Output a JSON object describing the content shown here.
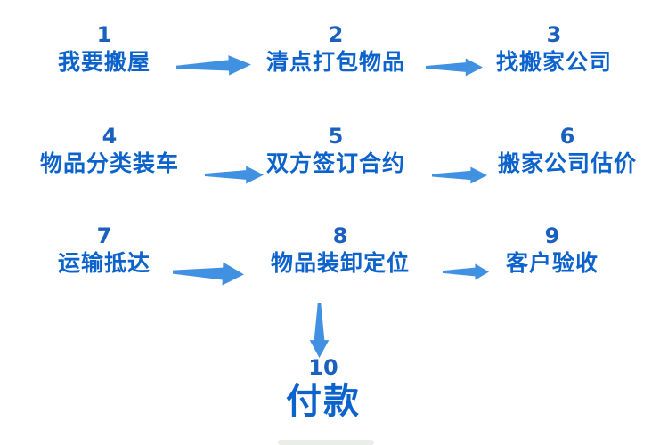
{
  "colors": {
    "label_blue": "#0d63cc",
    "number_blue": "#1a61bf",
    "arrow_blue": "#4191e3",
    "background": "#ffffff"
  },
  "flow": {
    "steps": [
      {
        "number": "1",
        "label": "我要搬屋"
      },
      {
        "number": "2",
        "label": "清点打包物品"
      },
      {
        "number": "3",
        "label": "找搬家公司"
      },
      {
        "number": "4",
        "label": "物品分类装车"
      },
      {
        "number": "5",
        "label": "双方签订合约"
      },
      {
        "number": "6",
        "label": "搬家公司估价"
      },
      {
        "number": "7",
        "label": "运输抵达"
      },
      {
        "number": "8",
        "label": "物品装卸定位"
      },
      {
        "number": "9",
        "label": "客户验收"
      },
      {
        "number": "10",
        "label": "付款"
      }
    ],
    "connections": [
      {
        "from": "1",
        "to": "2",
        "direction": "right"
      },
      {
        "from": "2",
        "to": "3",
        "direction": "right"
      },
      {
        "from": "4",
        "to": "5",
        "direction": "right"
      },
      {
        "from": "5",
        "to": "6",
        "direction": "right"
      },
      {
        "from": "7",
        "to": "8",
        "direction": "right"
      },
      {
        "from": "8",
        "to": "9",
        "direction": "right"
      },
      {
        "from": "8",
        "to": "10",
        "direction": "down"
      }
    ]
  }
}
